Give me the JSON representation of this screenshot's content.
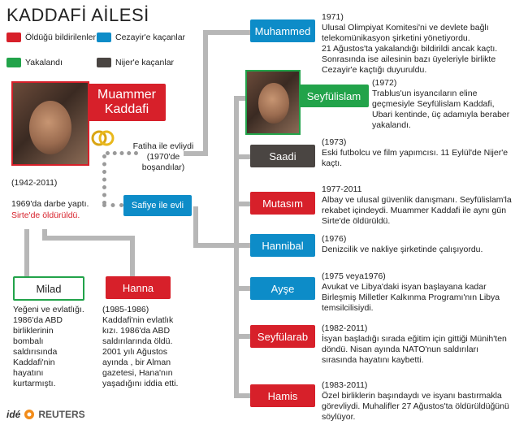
{
  "title": "KADDAFİ AİLESİ",
  "colors": {
    "red": "#d7202a",
    "blue": "#0d8cc8",
    "green": "#22a34a",
    "gray": "#4a4542"
  },
  "legend": [
    {
      "label": "Öldüğü bildirilenler",
      "color": "red"
    },
    {
      "label": "Cezayir'e kaçanlar",
      "color": "blue"
    },
    {
      "label": "Yakalandı",
      "color": "green"
    },
    {
      "label": "Nijer'e kaçanlar",
      "color": "gray"
    }
  ],
  "muammar": {
    "name_line1": "Muammer",
    "name_line2": "Kaddafi",
    "years": "(1942-2011)",
    "bio_line1": "1969'da darbe yaptı.",
    "bio_line2": "Sirte'de öldürüldü."
  },
  "fatiha_note": {
    "line1": "Fatiha ile evliydi",
    "line2": "(1970'de",
    "line3": "boşandılar)"
  },
  "safiye": "Safiye ile evli",
  "adopted": [
    {
      "name": "Milad",
      "desc": [
        "Yeğeni ve evlatlığı.",
        "1986'da ABD",
        "birliklerinin",
        "bombalı",
        "saldırısında",
        "Kaddafi'nin",
        "hayatını",
        "kurtarmıştı."
      ]
    },
    {
      "name": "Hanna",
      "desc": [
        "(1985-1986)",
        "Kaddafi'nin evlatlık",
        "kızı. 1986'da ABD",
        "saldırılarında öldü.",
        "2001 yılı Ağustos",
        "ayında , bir Alman",
        "gazetesi, Hana'nın",
        "yaşadığını iddia etti."
      ]
    }
  ],
  "sons": [
    {
      "name": "Muhammed",
      "desc": [
        "1971)",
        "Ulusal Olimpiyat Komitesi'ni ve devlete bağlı",
        "telekomünikasyon şirketini yönetiyordu.",
        "21 Ağustos'ta yakalandığı bildirildi ancak kaçtı.",
        "Sonrasında ise ailesinin bazı üyeleriyle birlikte",
        "Cezayir'e kaçtığı duyuruldu."
      ]
    },
    {
      "name": "Seyfülislam",
      "desc": [
        "(1972)",
        "Trablus'un isyancıların eline",
        "geçmesiyle Seyfülislam Kaddafi,",
        "Ubari kentinde, üç adamıyla beraber",
        "yakalandı."
      ]
    },
    {
      "name": "Saadi",
      "desc": [
        "(1973)",
        "Eski futbolcu ve film yapımcısı.  11 Eylül'de Nijer'e",
        "kaçtı."
      ]
    },
    {
      "name": "Mutasım",
      "desc": [
        "1977-2011",
        "Albay ve ulusal güvenlik danışmanı. Seyfülislam'la",
        "rekabet içindeydi. Muammer Kaddafi ile aynı gün",
        "Sirte'de öldürüldü."
      ]
    },
    {
      "name": "Hannibal",
      "desc": [
        "(1976)",
        "Denizcilik ve nakliye şirketinde çalışıyordu."
      ]
    },
    {
      "name": "Ayşe",
      "desc": [
        "(1975 veya1976)",
        "Avukat ve  Libya'daki isyan başlayana kadar",
        "Birleşmiş Milletler Kalkınma Programı'nın Libya",
        "temsilcilisiydi."
      ]
    },
    {
      "name": "Seyfülarab",
      "desc": [
        "(1982-2011)",
        "İsyan başladığı sırada eğitim için gittiği Münih'ten",
        "döndü. Nisan ayında NATO'nun saldırıları",
        "sırasında hayatını kaybetti."
      ]
    },
    {
      "name": "Hamis",
      "desc": [
        "(1983-2011)",
        "Özel birliklerin başındaydı ve isyanı bastırmakla",
        "görevliydi. Muhalifler 27 Ağustos'ta öldürüldüğünü",
        "söylüyor."
      ]
    }
  ],
  "credit": {
    "ide": "idé",
    "reuters": "REUTERS"
  }
}
